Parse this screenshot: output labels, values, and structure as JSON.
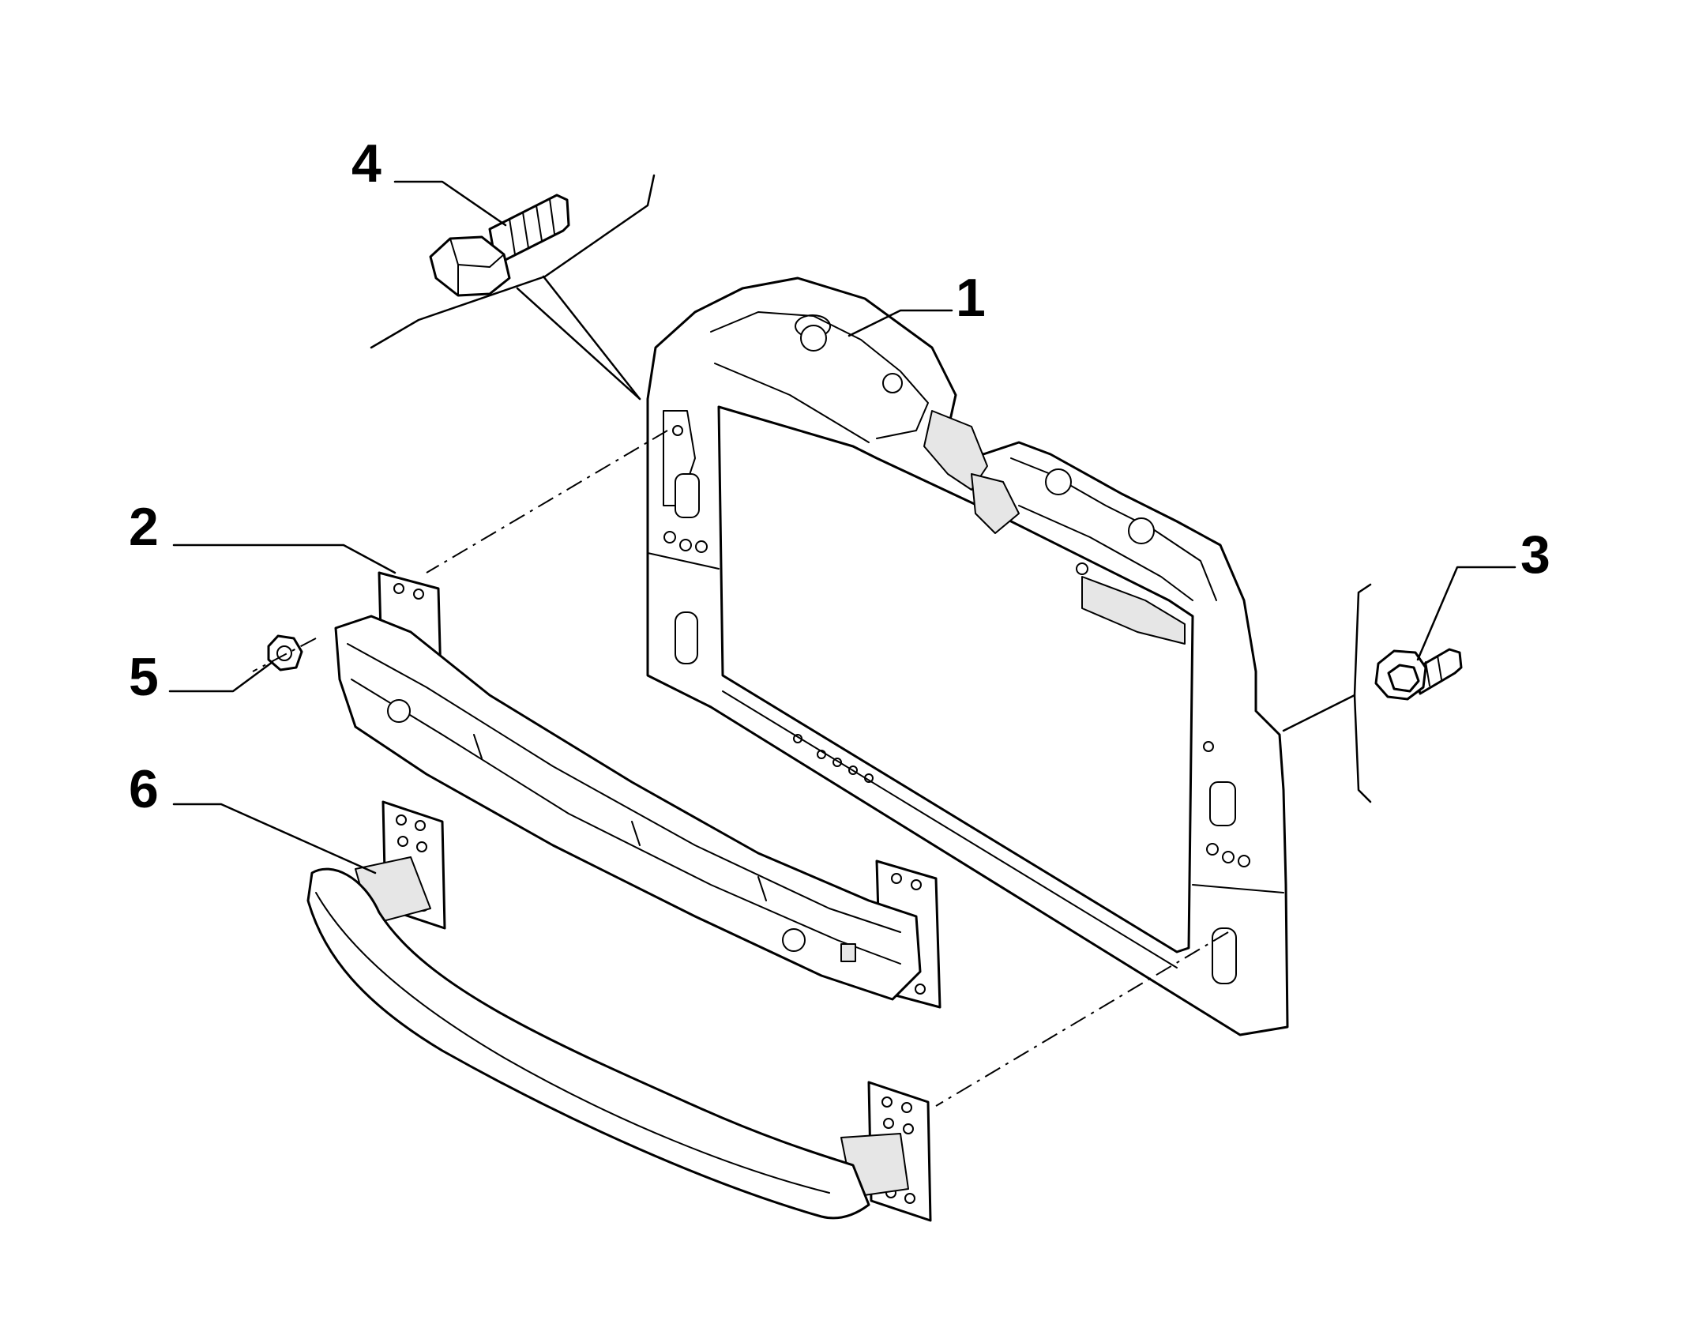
{
  "callouts": {
    "c1": "1",
    "c2": "2",
    "c3": "3",
    "c4": "4",
    "c5": "5",
    "c6": "6"
  },
  "colors": {
    "line": "#000000",
    "background": "#ffffff",
    "fill_light": "#e6e6e6"
  }
}
